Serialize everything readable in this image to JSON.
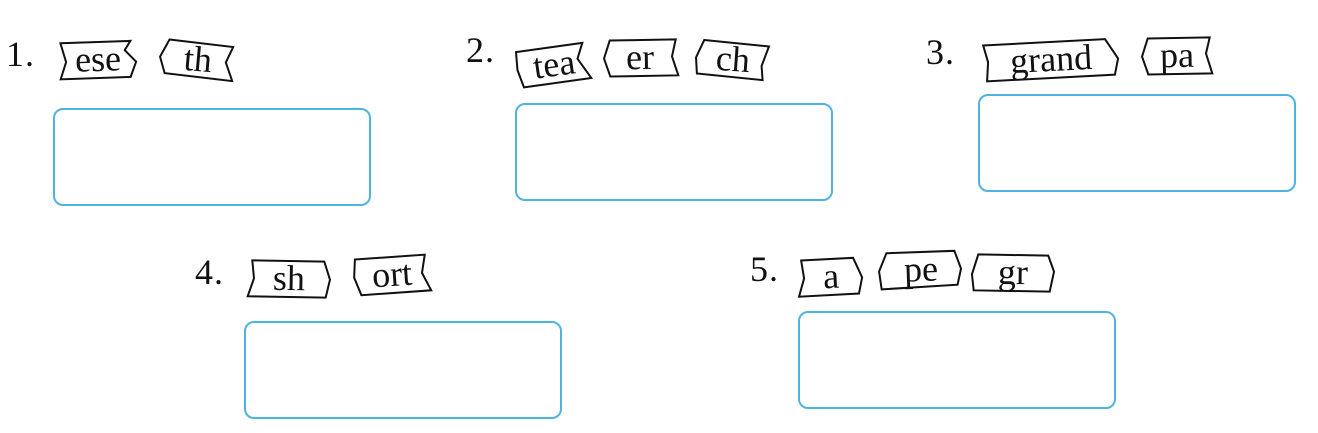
{
  "exercises": [
    {
      "number": "1.",
      "fragments": [
        "ese",
        "th"
      ]
    },
    {
      "number": "2.",
      "fragments": [
        "tea",
        "er",
        "ch"
      ]
    },
    {
      "number": "3.",
      "fragments": [
        "grand",
        "pa"
      ]
    },
    {
      "number": "4.",
      "fragments": [
        "sh",
        "ort"
      ]
    },
    {
      "number": "5.",
      "fragments": [
        "a",
        "pe",
        "gr"
      ]
    }
  ],
  "colors": {
    "answer_box_border": "#4fb3e1",
    "card_stroke": "#111111",
    "text": "#111111"
  }
}
